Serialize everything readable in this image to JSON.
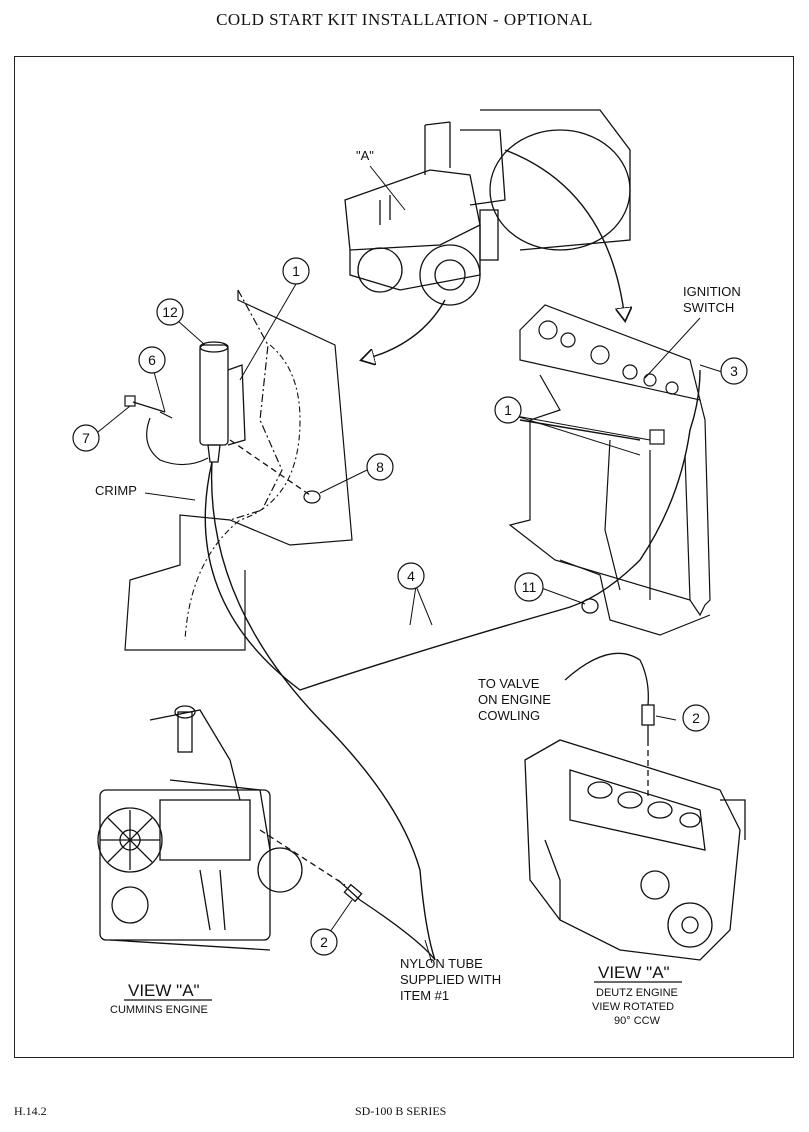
{
  "title": "COLD START KIT INSTALLATION - OPTIONAL",
  "callouts": {
    "view_a_marker": "\"A\"",
    "ignition_switch": [
      "IGNITION",
      "SWITCH"
    ],
    "crimp": "CRIMP",
    "to_valve": [
      "TO VALVE",
      "ON ENGINE",
      "COWLING"
    ],
    "nylon_tube": [
      "NYLON TUBE",
      "SUPPLIED WITH",
      "ITEM #1"
    ]
  },
  "item_numbers": {
    "n1a": "1",
    "n12": "12",
    "n6": "6",
    "n7": "7",
    "n8": "8",
    "n1b": "1",
    "n3": "3",
    "n4": "4",
    "n11": "11",
    "n2a": "2",
    "n2b": "2"
  },
  "view_left": {
    "heading": "VIEW \"A\"",
    "caption": "CUMMINS ENGINE"
  },
  "view_right": {
    "heading": "VIEW \"A\"",
    "caption": [
      "DEUTZ ENGINE",
      "VIEW ROTATED",
      "90° CCW"
    ]
  },
  "footer": {
    "left": "H.14.2",
    "center": "SD-100 B SERIES"
  }
}
